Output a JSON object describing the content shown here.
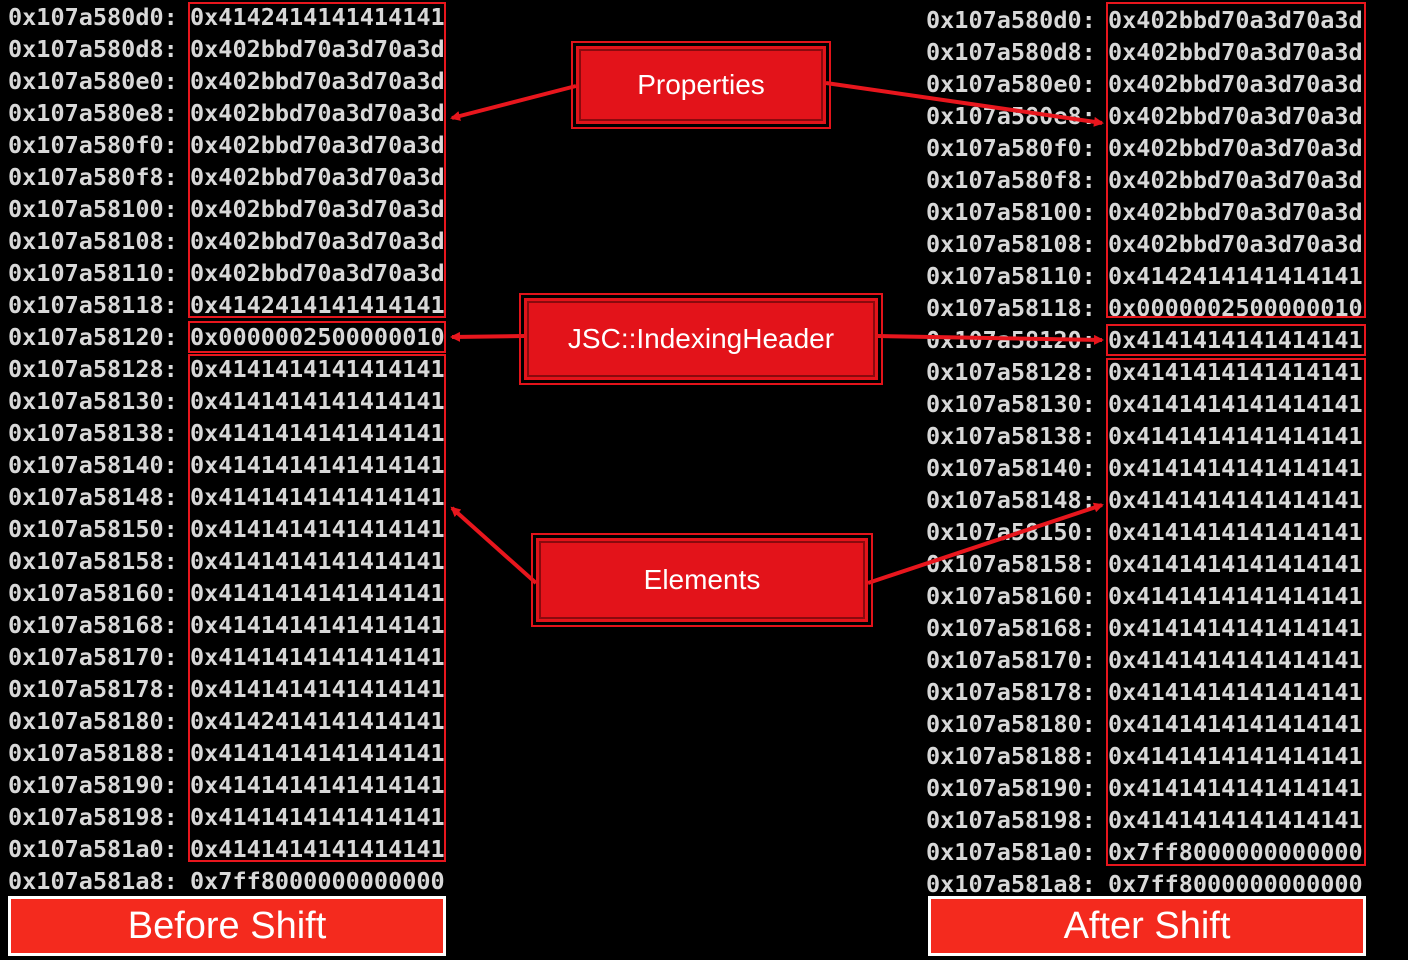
{
  "colors": {
    "background": "#000000",
    "memory_text": "#d8d8d8",
    "highlight": "#e8161d",
    "label_fill": "#e3131a",
    "caption_fill": "#f42a1e"
  },
  "labels": {
    "properties": "Properties",
    "indexing_header": "JSC::IndexingHeader",
    "elements": "Elements"
  },
  "captions": {
    "before": "Before Shift",
    "after": "After Shift"
  },
  "before_dump": [
    {
      "addr": "0x107a580d0:",
      "val": "0x4142414141414141"
    },
    {
      "addr": "0x107a580d8:",
      "val": "0x402bbd70a3d70a3d"
    },
    {
      "addr": "0x107a580e0:",
      "val": "0x402bbd70a3d70a3d"
    },
    {
      "addr": "0x107a580e8:",
      "val": "0x402bbd70a3d70a3d"
    },
    {
      "addr": "0x107a580f0:",
      "val": "0x402bbd70a3d70a3d"
    },
    {
      "addr": "0x107a580f8:",
      "val": "0x402bbd70a3d70a3d"
    },
    {
      "addr": "0x107a58100:",
      "val": "0x402bbd70a3d70a3d"
    },
    {
      "addr": "0x107a58108:",
      "val": "0x402bbd70a3d70a3d"
    },
    {
      "addr": "0x107a58110:",
      "val": "0x402bbd70a3d70a3d"
    },
    {
      "addr": "0x107a58118:",
      "val": "0x4142414141414141"
    },
    {
      "addr": "0x107a58120:",
      "val": "0x0000002500000010"
    },
    {
      "addr": "0x107a58128:",
      "val": "0x4141414141414141"
    },
    {
      "addr": "0x107a58130:",
      "val": "0x4141414141414141"
    },
    {
      "addr": "0x107a58138:",
      "val": "0x4141414141414141"
    },
    {
      "addr": "0x107a58140:",
      "val": "0x4141414141414141"
    },
    {
      "addr": "0x107a58148:",
      "val": "0x4141414141414141"
    },
    {
      "addr": "0x107a58150:",
      "val": "0x4141414141414141"
    },
    {
      "addr": "0x107a58158:",
      "val": "0x4141414141414141"
    },
    {
      "addr": "0x107a58160:",
      "val": "0x4141414141414141"
    },
    {
      "addr": "0x107a58168:",
      "val": "0x4141414141414141"
    },
    {
      "addr": "0x107a58170:",
      "val": "0x4141414141414141"
    },
    {
      "addr": "0x107a58178:",
      "val": "0x4141414141414141"
    },
    {
      "addr": "0x107a58180:",
      "val": "0x4142414141414141"
    },
    {
      "addr": "0x107a58188:",
      "val": "0x4141414141414141"
    },
    {
      "addr": "0x107a58190:",
      "val": "0x4141414141414141"
    },
    {
      "addr": "0x107a58198:",
      "val": "0x4141414141414141"
    },
    {
      "addr": "0x107a581a0:",
      "val": "0x4141414141414141"
    },
    {
      "addr": "0x107a581a8:",
      "val": "0x7ff8000000000000"
    }
  ],
  "after_dump": [
    {
      "addr": "0x107a580d0:",
      "val": "0x402bbd70a3d70a3d"
    },
    {
      "addr": "0x107a580d8:",
      "val": "0x402bbd70a3d70a3d"
    },
    {
      "addr": "0x107a580e0:",
      "val": "0x402bbd70a3d70a3d"
    },
    {
      "addr": "0x107a580e8:",
      "val": "0x402bbd70a3d70a3d"
    },
    {
      "addr": "0x107a580f0:",
      "val": "0x402bbd70a3d70a3d"
    },
    {
      "addr": "0x107a580f8:",
      "val": "0x402bbd70a3d70a3d"
    },
    {
      "addr": "0x107a58100:",
      "val": "0x402bbd70a3d70a3d"
    },
    {
      "addr": "0x107a58108:",
      "val": "0x402bbd70a3d70a3d"
    },
    {
      "addr": "0x107a58110:",
      "val": "0x4142414141414141"
    },
    {
      "addr": "0x107a58118:",
      "val": "0x0000002500000010"
    },
    {
      "addr": "0x107a58120:",
      "val": "0x4141414141414141"
    },
    {
      "addr": "0x107a58128:",
      "val": "0x4141414141414141"
    },
    {
      "addr": "0x107a58130:",
      "val": "0x4141414141414141"
    },
    {
      "addr": "0x107a58138:",
      "val": "0x4141414141414141"
    },
    {
      "addr": "0x107a58140:",
      "val": "0x4141414141414141"
    },
    {
      "addr": "0x107a58148:",
      "val": "0x4141414141414141"
    },
    {
      "addr": "0x107a58150:",
      "val": "0x4141414141414141"
    },
    {
      "addr": "0x107a58158:",
      "val": "0x4141414141414141"
    },
    {
      "addr": "0x107a58160:",
      "val": "0x4141414141414141"
    },
    {
      "addr": "0x107a58168:",
      "val": "0x4141414141414141"
    },
    {
      "addr": "0x107a58170:",
      "val": "0x4141414141414141"
    },
    {
      "addr": "0x107a58178:",
      "val": "0x4141414141414141"
    },
    {
      "addr": "0x107a58180:",
      "val": "0x4141414141414141"
    },
    {
      "addr": "0x107a58188:",
      "val": "0x4141414141414141"
    },
    {
      "addr": "0x107a58190:",
      "val": "0x4141414141414141"
    },
    {
      "addr": "0x107a58198:",
      "val": "0x4141414141414141"
    },
    {
      "addr": "0x107a581a0:",
      "val": "0x7ff8000000000000"
    },
    {
      "addr": "0x107a581a8:",
      "val": "0x7ff8000000000000"
    }
  ]
}
